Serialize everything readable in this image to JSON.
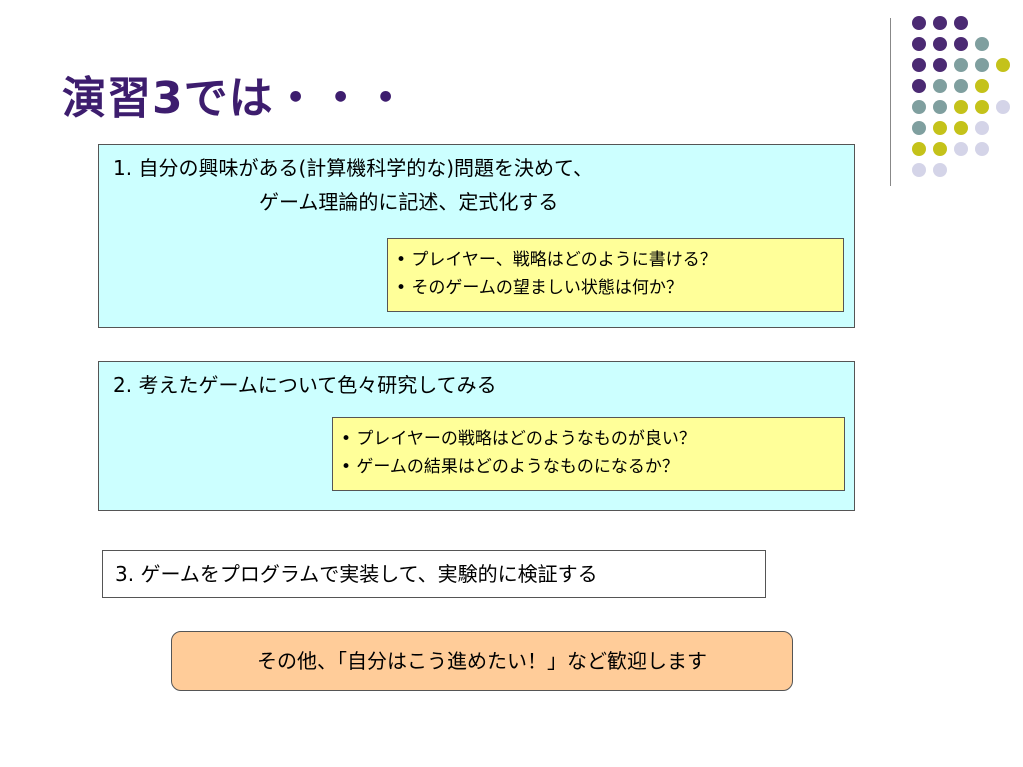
{
  "title": "演習3では・・・",
  "colors": {
    "purple": "#4b2a73",
    "teal": "#7f9f9f",
    "olive": "#c4c21a",
    "lavender": "#d4d4e8"
  },
  "decoration": {
    "dot_rows": [
      [
        "purple",
        "purple",
        "purple"
      ],
      [
        "purple",
        "purple",
        "purple",
        "teal"
      ],
      [
        "purple",
        "purple",
        "teal",
        "teal",
        "olive"
      ],
      [
        "purple",
        "teal",
        "teal",
        "olive"
      ],
      [
        "teal",
        "teal",
        "olive",
        "olive",
        "lavender"
      ],
      [
        "teal",
        "olive",
        "olive",
        "lavender"
      ],
      [
        "olive",
        "olive",
        "lavender",
        "lavender"
      ],
      [
        "lavender",
        "lavender"
      ]
    ]
  },
  "section1": {
    "line1": "1. 自分の興味がある(計算機科学的な)問題を決めて、",
    "line2": "ゲーム理論的に記述、定式化する",
    "bullets": [
      "• プレイヤー、戦略はどのように書ける？",
      "• そのゲームの望ましい状態は何か？"
    ]
  },
  "section2": {
    "line1": "2. 考えたゲームについて色々研究してみる",
    "bullets": [
      "• プレイヤーの戦略はどのようなものが良い？",
      "• ゲームの結果はどのようなものになるか？"
    ]
  },
  "section3": {
    "line1": "3. ゲームをプログラムで実装して、実験的に検証する"
  },
  "note": {
    "text": "その他、「自分はこう進めたい！」など歓迎します"
  }
}
